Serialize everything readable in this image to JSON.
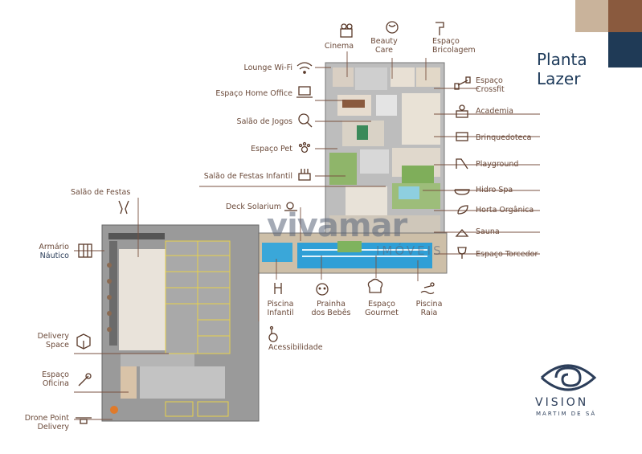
{
  "title": {
    "line1": "Planta",
    "line2": "Lazer"
  },
  "colors": {
    "swatch1": "#c9b39b",
    "swatch2": "#8a5a3e",
    "swatch3": "#1f3a56",
    "line": "#7a5240",
    "title": "#1d3a5a"
  },
  "watermark": {
    "main": "vivamar",
    "sub": "IMÓVEIS"
  },
  "brand": {
    "name": "VISION",
    "sub": "MARTIM DE SÁ"
  },
  "labels": {
    "cinema": "Cinema",
    "beauty_care": [
      "Beauty",
      "Care"
    ],
    "espaco_bricolagem": [
      "Espaço",
      "Bricolagem"
    ],
    "lounge_wifi": "Lounge Wi-Fi",
    "home_office": "Espaço Home Office",
    "salao_jogos": "Salão de Jogos",
    "espaco_pet": "Espaço Pet",
    "festas_infantil": "Salão de Festas Infantil",
    "deck_solarium": "Deck Solarium",
    "salao_festas": "Salão de Festas",
    "espaco_crossfit": [
      "Espaço",
      "Crossfit"
    ],
    "academia": "Academia",
    "brinquedoteca": "Brinquedoteca",
    "playground": "Playground",
    "hidro_spa": "Hidro Spa",
    "horta_organica": "Horta Orgânica",
    "sauna": "Sauna",
    "espaco_torcedor": "Espaço Torcedor",
    "armario_nautico": [
      "Armário",
      "Náutico"
    ],
    "delivery_space": [
      "Delivery",
      "Space"
    ],
    "espaco_oficina": [
      "Espaço",
      "Oficina"
    ],
    "drone_point": [
      "Drone Point",
      "Delivery"
    ],
    "piscina_infantil": [
      "Piscina",
      "Infantil"
    ],
    "prainha_bebes": [
      "Prainha",
      "dos Bebês"
    ],
    "espaco_gourmet": [
      "Espaço",
      "Gourmet"
    ],
    "piscina_raia": [
      "Piscina",
      "Raia"
    ],
    "acessibilidade": "Acessibilidade"
  },
  "icons": [
    "cinema-icon",
    "beauty-care-icon",
    "bricolagem-icon",
    "wifi-icon",
    "laptop-icon",
    "ping-pong-icon",
    "paw-icon",
    "cake-icon",
    "sun-icon",
    "champagne-icon",
    "dumbbell-icon",
    "academia-icon",
    "brinquedoteca-icon",
    "slide-icon",
    "bathtub-icon",
    "leaf-icon",
    "sauna-icon",
    "trophy-icon",
    "locker-icon",
    "box-icon",
    "wrench-icon",
    "drone-icon",
    "pool-ladder-icon",
    "baby-icon",
    "chef-hat-icon",
    "swimmer-icon",
    "wheelchair-icon"
  ]
}
